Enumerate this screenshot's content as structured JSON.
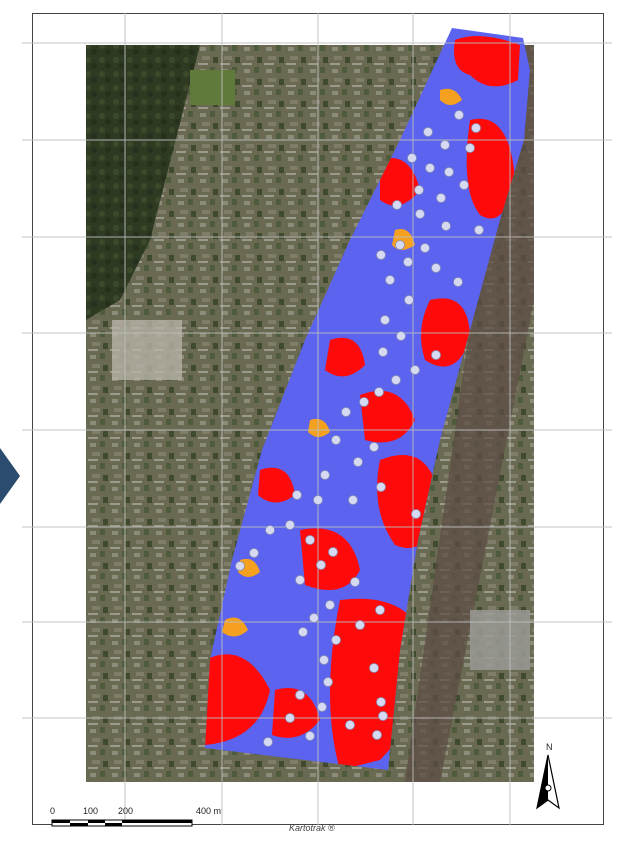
{
  "map": {
    "credit": "Kartotrak ®",
    "north_label": "N",
    "scale_labels": [
      "0",
      "100",
      "200",
      "400 m"
    ],
    "colors": {
      "classification_base": "#5b63ef",
      "classification_high": "#ff0a0a",
      "classification_mid": "#f5a01e",
      "sample_point_fill": "#d6d9f2",
      "grid_line": "#bdbdbd",
      "nav_arrow": "#2b4c6f"
    },
    "legend_icons": [
      "north-arrow-icon",
      "scale-bar-icon",
      "nav-arrow-icon"
    ]
  }
}
